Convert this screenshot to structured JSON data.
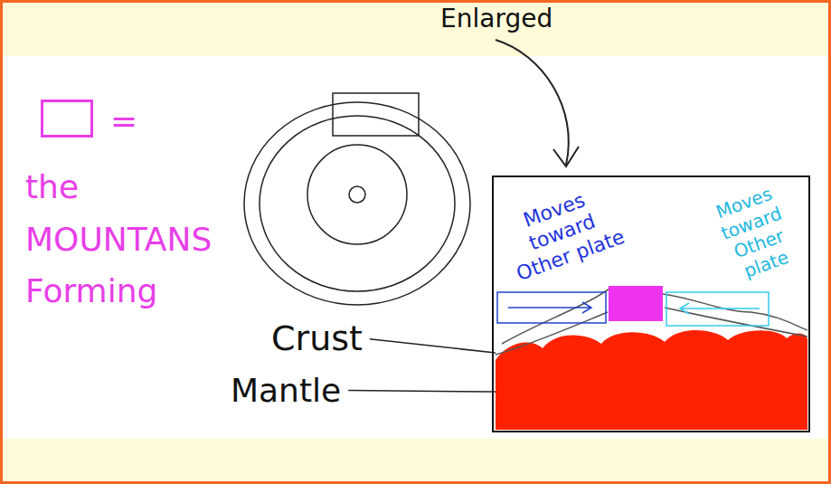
{
  "diagram": {
    "labels": [
      "Enlarged",
      "=",
      "Moves toward Other plate",
      "Moves toward Other plate",
      "Crust",
      "Mantle"
    ],
    "legend": [
      {
        "text": "the MOUNTANS Forming",
        "color": "#e83ee8"
      }
    ]
  }
}
